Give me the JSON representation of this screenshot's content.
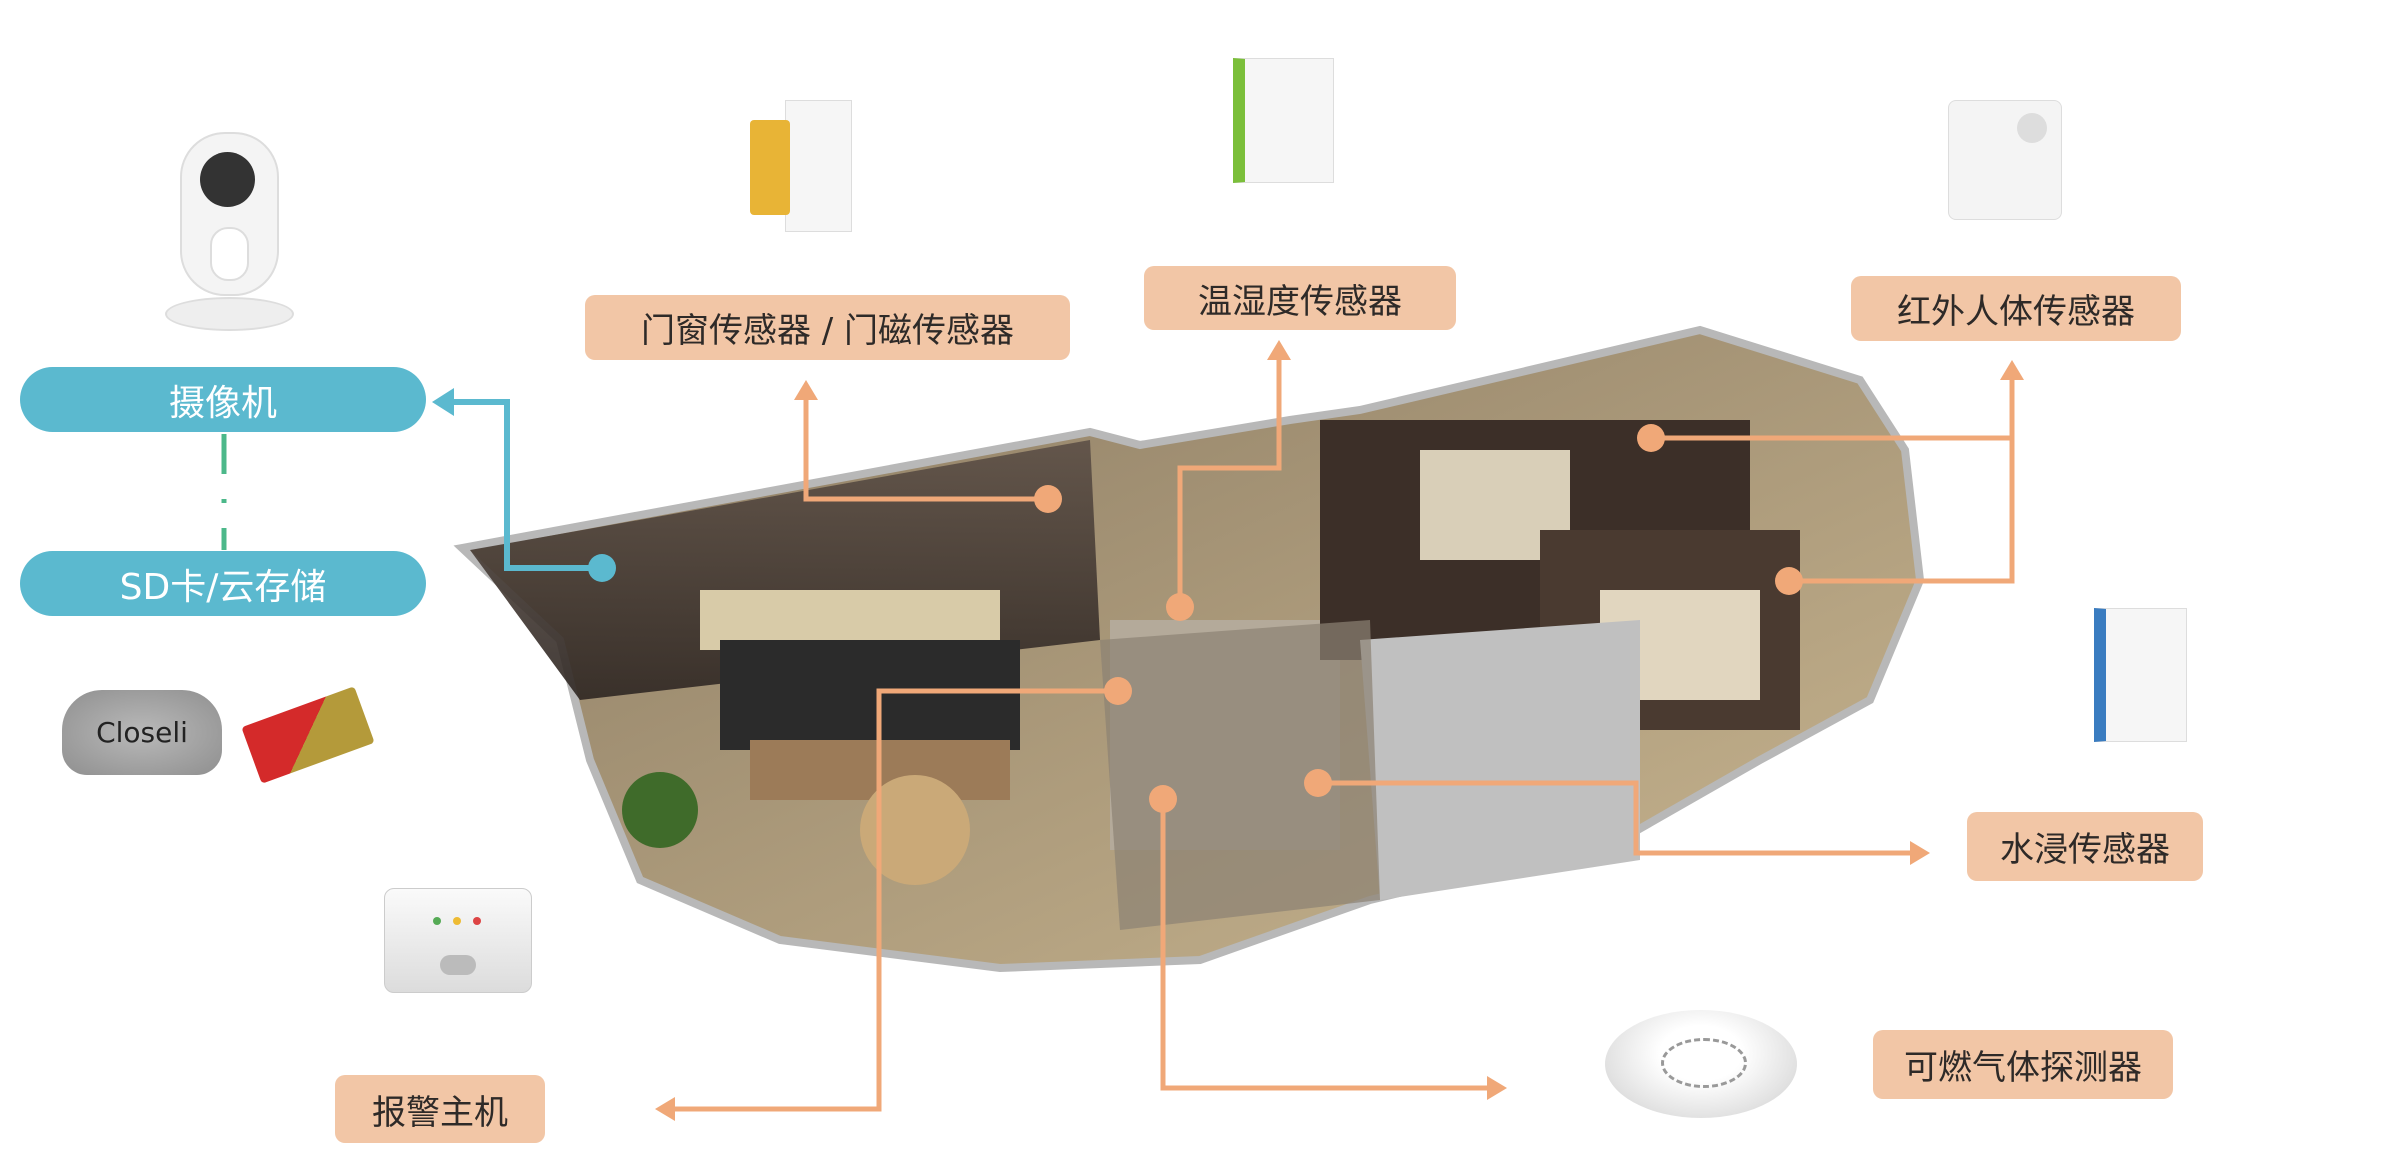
{
  "storage": {
    "camera_label": "摄像机",
    "storage_label": "SD卡/云存储",
    "cloud_brand": "Closeli"
  },
  "sensors": {
    "door": "门窗传感器 / 门磁传感器",
    "temp_humidity": "温湿度传感器",
    "infrared": "红外人体传感器",
    "water": "水浸传感器",
    "gas": "可燃气体探测器",
    "alarm_host": "报警主机"
  },
  "colors": {
    "camera_accent": "#5bb9cf",
    "label_bg": "#f2c6a6",
    "connector": "#f0a878"
  }
}
